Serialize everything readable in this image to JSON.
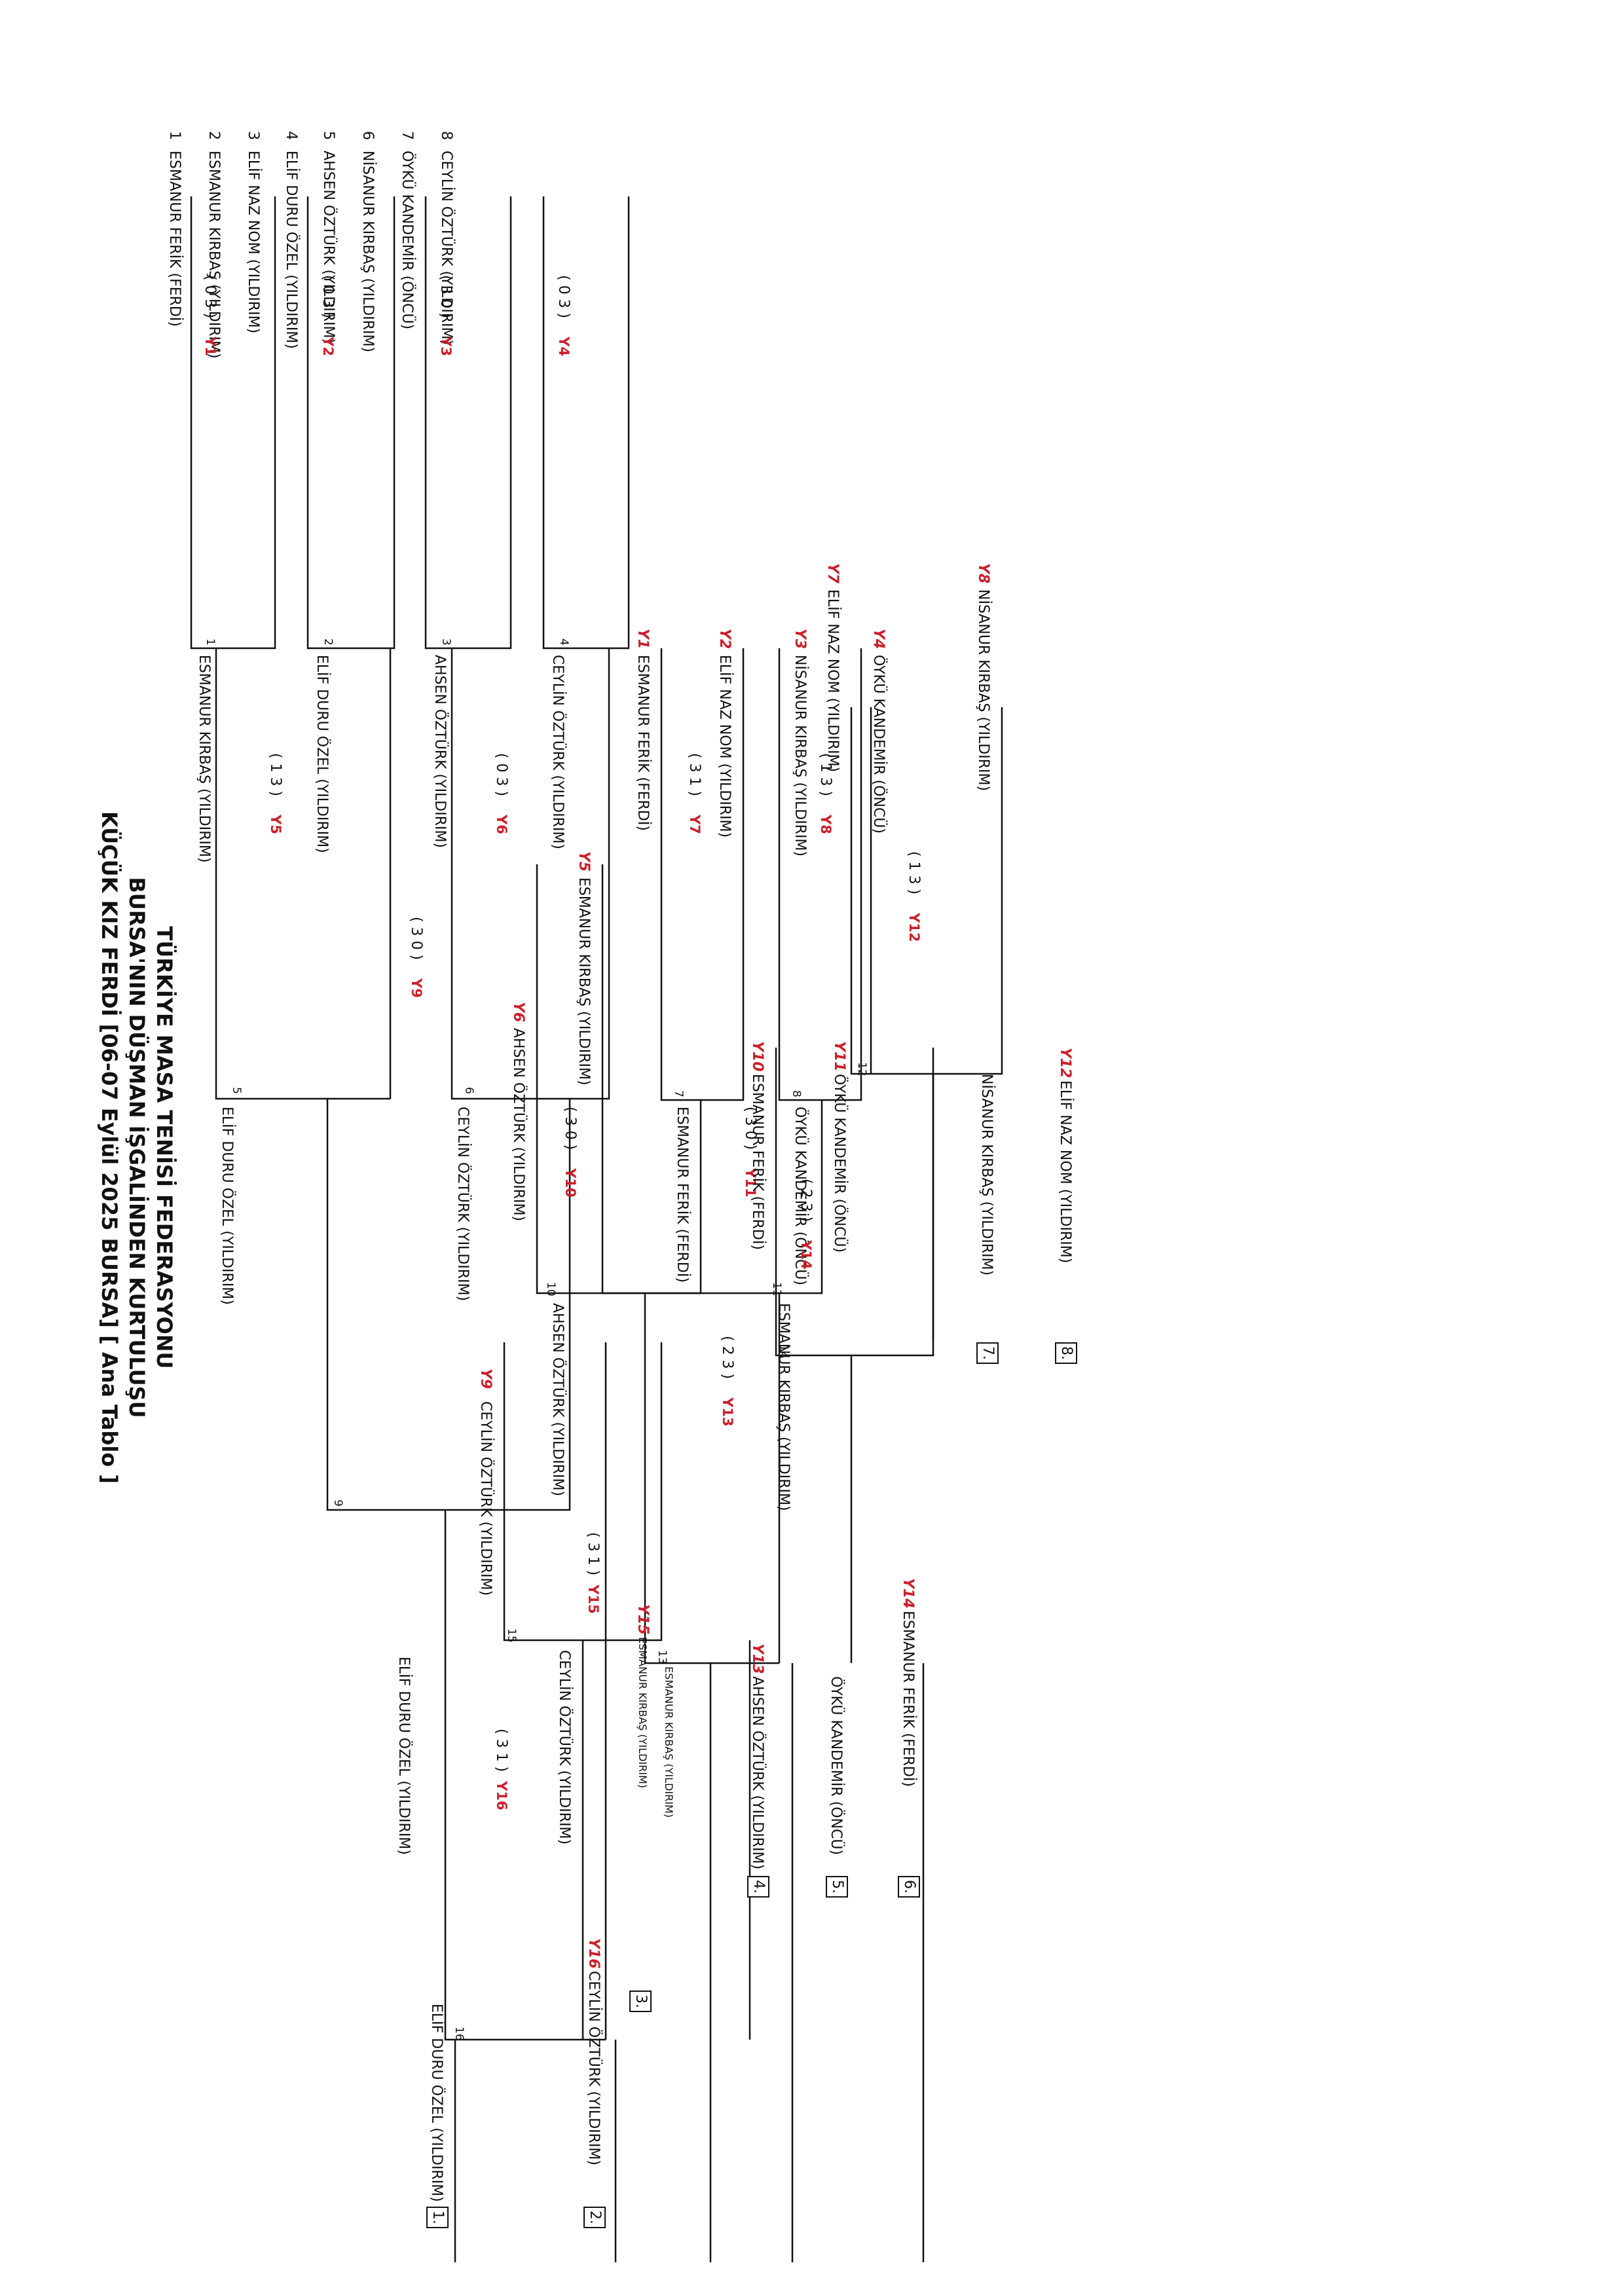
{
  "header": {
    "line1": "TÜRKİYE MASA TENİSİ FEDERASYONU",
    "line2": "BURSA'NIN DÜŞMAN İŞGALİNDEN KURTULUŞU",
    "line3": "KÜÇÜK KIZ FERDİ  [06-07 Eylül 2025 BURSA] [ Ana Tablo ]"
  },
  "draw": [
    {
      "seed": "1",
      "name": "ESMANUR FERİK (FERDİ)"
    },
    {
      "seed": "2",
      "name": "ESMANUR KIRBAŞ (YILDIRIM)"
    },
    {
      "seed": "3",
      "name": "ELİF NAZ NOM (YILDIRIM)"
    },
    {
      "seed": "4",
      "name": "ELİF DURU ÖZEL (YILDIRIM)"
    },
    {
      "seed": "5",
      "name": "AHSEN ÖZTÜRK (YILDIRIM)"
    },
    {
      "seed": "6",
      "name": "NİSANUR KIRBAŞ (YILDIRIM)"
    },
    {
      "seed": "7",
      "name": "ÖYKÜ KANDEMİR (ÖNCÜ)"
    },
    {
      "seed": "8",
      "name": "CEYLİN ÖZTÜRK (YILDIRIM)"
    }
  ],
  "r1": [
    {
      "no": "1",
      "score": "( 0 3 )",
      "loser_tag": "Y1",
      "winner": "ESMANUR KIRBAŞ (YILDIRIM)"
    },
    {
      "no": "2",
      "score": "( 0 3 )",
      "loser_tag": "Y2",
      "winner": "ELİF DURU ÖZEL (YILDIRIM)"
    },
    {
      "no": "3",
      "score": "( 3 0 )",
      "loser_tag": "Y3",
      "winner": "AHSEN ÖZTÜRK (YILDIRIM)"
    },
    {
      "no": "4",
      "score": "( 0 3 )",
      "loser_tag": "Y4",
      "winner": "CEYLİN ÖZTÜRK (YILDIRIM)"
    }
  ],
  "r2": [
    {
      "no": "5",
      "score": "( 1 3 )",
      "loser_tag": "Y5",
      "winner": "ELİF DURU ÖZEL (YILDIRIM)"
    },
    {
      "no": "6",
      "score": "( 0 3 )",
      "loser_tag": "Y6",
      "winner": "CEYLİN ÖZTÜRK (YILDIRIM)"
    }
  ],
  "final": {
    "no": "9",
    "score": "( 3 0 )",
    "loser_tag": "Y9",
    "winner": "ELİF DURU ÖZEL (YILDIRIM)"
  },
  "consolation_entries": [
    {
      "tag": "Y1",
      "name": "ESMANUR FERİK (FERDİ)"
    },
    {
      "tag": "Y2",
      "name": "ELİF NAZ NOM (YILDIRIM)"
    },
    {
      "tag": "Y3",
      "name": "NİSANUR KIRBAŞ (YILDIRIM)"
    },
    {
      "tag": "Y4",
      "name": "ÖYKÜ KANDEMİR (ÖNCÜ)"
    }
  ],
  "cons_r1": [
    {
      "no": "7",
      "score": "( 3 1 )",
      "loser_tag": "Y7",
      "winner": "ESMANUR FERİK (FERDİ)"
    },
    {
      "no": "8",
      "score": "( 1 3 )",
      "loser_tag": "Y8",
      "winner": "ÖYKÜ KANDEMİR (ÖNCÜ)"
    }
  ],
  "cons_r2": [
    {
      "entry_tag": "Y6",
      "entry": "AHSEN ÖZTÜRK (YILDIRIM)",
      "no": "10",
      "score": "( 3 0 )",
      "loser_tag": "Y10",
      "winner": "AHSEN ÖZTÜRK (YILDIRIM)"
    },
    {
      "entry_tag": "Y5",
      "entry": "ESMANUR KIRBAŞ (YILDIRIM)",
      "no": "11",
      "score": "( 3 0 )",
      "loser_tag": "Y11",
      "winner": "ESMANUR KIRBAŞ (YILDIRIM)"
    }
  ],
  "cons_r3": {
    "no": "13",
    "score": "( 2 3 )",
    "loser_tag": "Y13",
    "winner": "ESMANUR KIRBAŞ (YILDIRIM)"
  },
  "r3": {
    "entry_tag": "Y9",
    "entry": "CEYLİN ÖZTÜRK (YILDIRIM)",
    "no": "15",
    "score": "( 3 1 )",
    "loser_tag": "Y15",
    "winner": "CEYLİN ÖZTÜRK (YILDIRIM)"
  },
  "final2": {
    "no": "16",
    "score": "( 3 1 )",
    "loser_tag": "Y16",
    "winner": "ELİF DURU ÖZEL (YILDIRIM)"
  },
  "place78": {
    "entries": [
      {
        "tag": "Y7",
        "name": "ELİF NAZ NOM (YILDIRIM)"
      },
      {
        "tag": "Y8",
        "name": "NİSANUR KIRBAŞ (YILDIRIM)"
      }
    ],
    "no": "12",
    "score": "( 1 3 )",
    "loser_tag": "Y12",
    "winner": "NİSANUR KIRBAŞ (YILDIRIM)"
  },
  "place56": {
    "entries": [
      {
        "tag": "Y10",
        "name": "ESMANUR FERİK (FERDİ)"
      },
      {
        "tag": "Y11",
        "name": "ÖYKÜ KANDEMİR (ÖNCÜ)"
      }
    ],
    "no": "14",
    "score": "( 2 3 )",
    "loser_tag": "Y14",
    "winner": "ÖYKÜ KANDEMİR (ÖNCÜ)"
  },
  "standings": [
    {
      "rank": "1.",
      "tag": "",
      "name": "ELİF DURU ÖZEL (YILDIRIM)"
    },
    {
      "rank": "2.",
      "tag": "Y16",
      "name": "CEYLİN ÖZTÜRK (YILDIRIM)"
    },
    {
      "rank": "3.",
      "tag": "Y15",
      "name": "ESMANUR KIRBAŞ (YILDIRIM)"
    },
    {
      "rank": "4.",
      "tag": "Y13",
      "name": "AHSEN ÖZTÜRK (YILDIRIM)"
    },
    {
      "rank": "5.",
      "tag": "",
      "name": "ÖYKÜ KANDEMİR (ÖNCÜ)"
    },
    {
      "rank": "6.",
      "tag": "Y14",
      "name": "ESMANUR FERİK (FERDİ)"
    },
    {
      "rank": "7.",
      "tag": "",
      "name": "NİSANUR KIRBAŞ (YILDIRIM)"
    },
    {
      "rank": "8.",
      "tag": "Y12",
      "name": "ELİF NAZ NOM (YILDIRIM)"
    }
  ]
}
